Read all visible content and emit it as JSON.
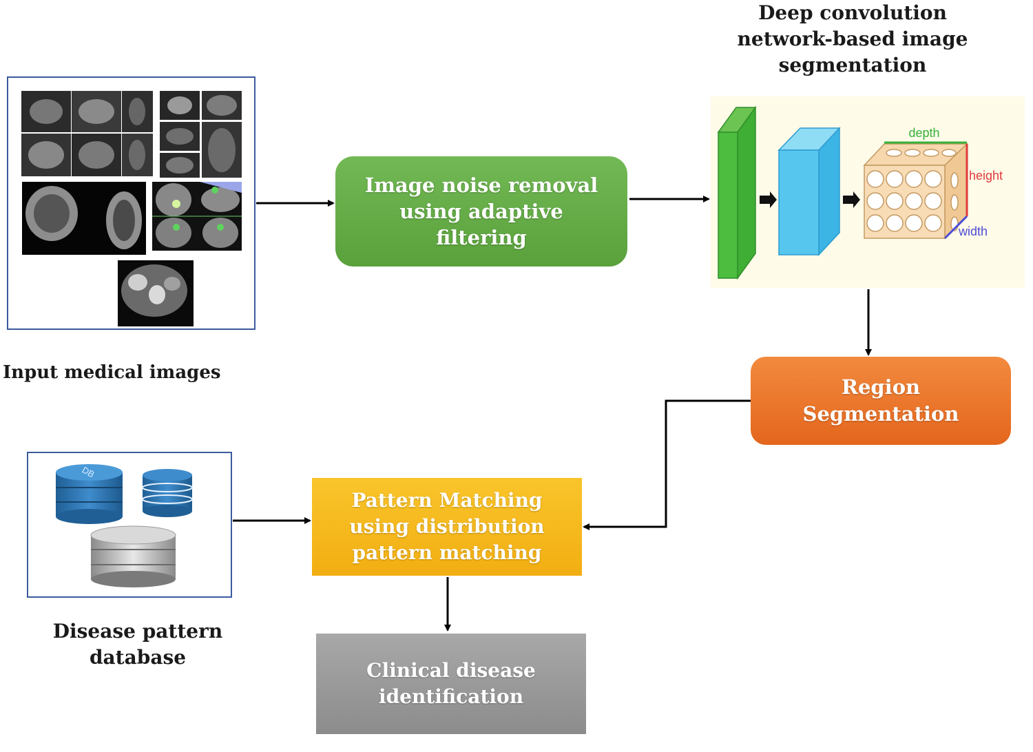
{
  "captions": {
    "input_images": "Input medical images",
    "dcn": "Deep convolution\nnetwork-based image\nsegmentation",
    "database": "Disease pattern\ndatabase"
  },
  "boxes": {
    "noise_removal": "Image noise removal\nusing adaptive\nfiltering",
    "region_segmentation": "Region\nSegmentation",
    "pattern_matching": "Pattern Matching\nusing distribution\npattern matching",
    "clinical": "Clinical disease\nidentification"
  },
  "cnn_figure": {
    "depth_label": "depth",
    "height_label": "height",
    "width_label": "width"
  },
  "db_figure": {
    "db_label": "DB"
  },
  "colors": {
    "noise_removal": "#6ab04c",
    "region_segmentation": "#ee7a2e",
    "pattern_matching": "#f7bd1e",
    "clinical": "#9e9e9e",
    "frame": "#3a5a9c"
  }
}
